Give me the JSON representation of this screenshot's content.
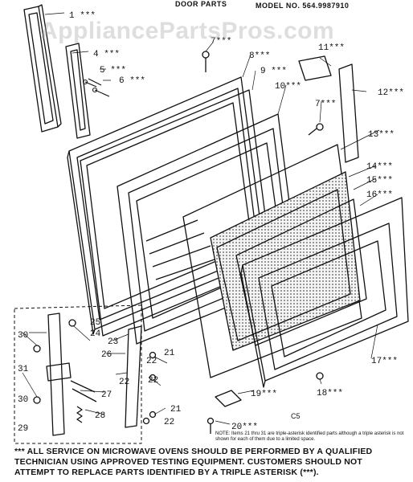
{
  "header": {
    "title": "DOOR PARTS",
    "model": "MODEL NO. 564.9987910"
  },
  "watermark": "AppliancePartsPros.com",
  "callouts": {
    "p1": "1 ***",
    "p4": "4 ***",
    "p5": "5 ***",
    "p6": "6 ***",
    "p7a": "7***",
    "p8": "8***",
    "p9": "9 ***",
    "p10": "10***",
    "p7b": "7***",
    "p11": "11***",
    "p12": "12***",
    "p13": "13***",
    "p14": "14***",
    "p15": "15***",
    "p16": "16***",
    "p17": "17***",
    "p18": "18***",
    "p19": "19***",
    "p20": "20***",
    "p21a": "21",
    "p21b": "21",
    "p22a": "22",
    "p22b": "22",
    "p22c": "22",
    "p22d": "22",
    "p23": "23",
    "p24": "24",
    "p25": "25",
    "p26": "26",
    "p27": "27",
    "p28": "28",
    "p29": "29",
    "p30a": "30",
    "p30b": "30",
    "p31": "31"
  },
  "diagram_code": "C5",
  "note": "NOTE: Items 21 thru 31 are triple-asterisk identified parts although a triple asterisk is not shown for each of them due to a limited space.",
  "footer": {
    "line1": "*** ALL SERVICE ON MICROWAVE OVENS SHOULD BE PERFORMED BY A QUALIFIED",
    "line2": "TECHNICIAN USING APPROVED TESTING EQUIPMENT. CUSTOMERS SHOULD NOT",
    "line3": "ATTEMPT TO REPLACE PARTS IDENTIFIED BY A TRIPLE ASTERISK (***)."
  },
  "colors": {
    "ink": "#111111",
    "watermark": "#a0a0a0",
    "screen": "#cfcfcf"
  }
}
